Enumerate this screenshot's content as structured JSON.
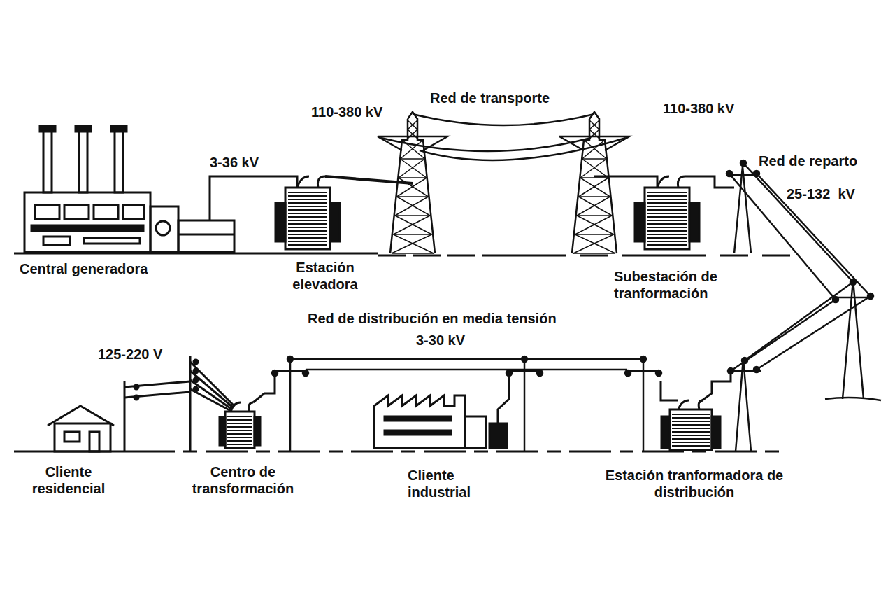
{
  "diagram": {
    "labels": [
      "110-380 kV",
      "Red de transporte",
      "110-380 kV",
      "3-36 kV",
      "Red de reparto",
      "25-132  kV",
      "Central generadora",
      "Estación elevadora",
      "Subestación de tranformación",
      "Red de distribución en media tensión",
      "3-30 kV",
      "125-220 V",
      "Cliente residencial",
      "Centro de transformación",
      "Cliente industrial",
      "Estación tranformadora de distribución"
    ]
  }
}
